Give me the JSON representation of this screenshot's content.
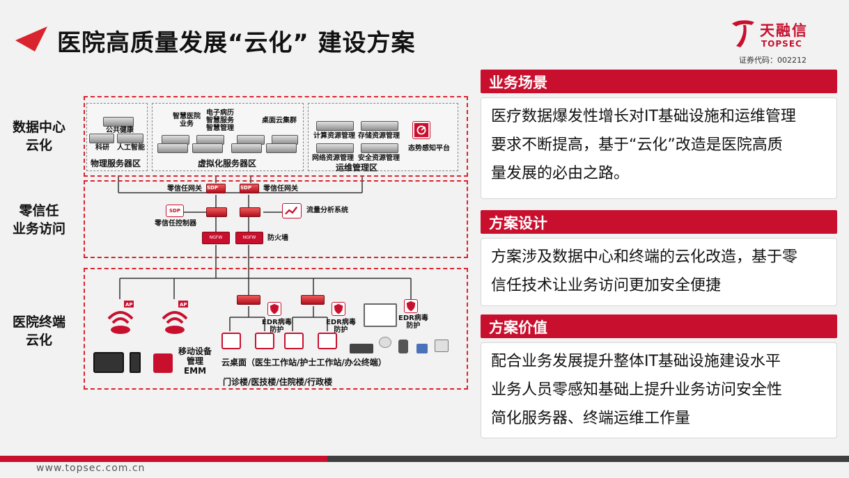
{
  "header": {
    "title": "医院高质量发展“云化” 建设方案"
  },
  "logo": {
    "name_cn": "天融信",
    "name_en": "TOPSEC",
    "stock_code": "证券代码：002212"
  },
  "diagram": {
    "sections": {
      "datacenter": "数据中心\n云化",
      "zerotrust": "零信任\n业务访问",
      "terminal": "医院终端\n云化"
    },
    "physical": {
      "label": "物理服务器区",
      "public_health": "公共健康",
      "research": "科研",
      "ai": "人工智能"
    },
    "virtual": {
      "label": "虚拟化服务器区",
      "smart_hospital": "智慧医院\n业务",
      "items": [
        "电子病历",
        "智慧服务",
        "智慧管理"
      ],
      "desktop_cluster": "桌面云集群"
    },
    "ops": {
      "label": "运维管理区",
      "compute": "计算资源管理",
      "storage": "存储资源管理",
      "network": "网络资源管理",
      "security": "安全资源管理",
      "situation": "态势感知平台"
    },
    "zt": {
      "gateway_left": "零信任网关",
      "gateway_right": "零信任网关",
      "controller": "零信任控制器",
      "traffic": "流量分析系统",
      "firewall": "防火墙",
      "sdp": "SDP",
      "ngfw": "NGFW"
    },
    "term": {
      "ap": "AP",
      "edr1": "EDR病毒\n防护",
      "edr2": "EDR病毒\n防护",
      "edr3": "EDR病毒\n防护",
      "emm": "移动设备\n管理\nEMM",
      "cloud_desktop": "云桌面（医生工作站/护士工作站/办公终端）",
      "buildings": "门诊楼/医技楼/住院楼/行政楼"
    }
  },
  "panels": [
    {
      "title": "业务场景",
      "lines": [
        "医疗数据爆发性增长对IT基础设施和运维管理",
        "要求不断提高，基于“云化”改造是医院高质",
        "量发展的必由之路。"
      ]
    },
    {
      "title": "方案设计",
      "lines": [
        "方案涉及数据中心和终端的云化改造，基于零",
        "信任技术让业务访问更加安全便捷"
      ]
    },
    {
      "title": "方案价值",
      "lines": [
        "配合业务发展提升整体IT基础设施建设水平",
        "业务人员零感知基础上提升业务访问安全性",
        "简化服务器、终端运维工作量"
      ]
    }
  ],
  "footer": {
    "url": "www.topsec.com.cn"
  }
}
